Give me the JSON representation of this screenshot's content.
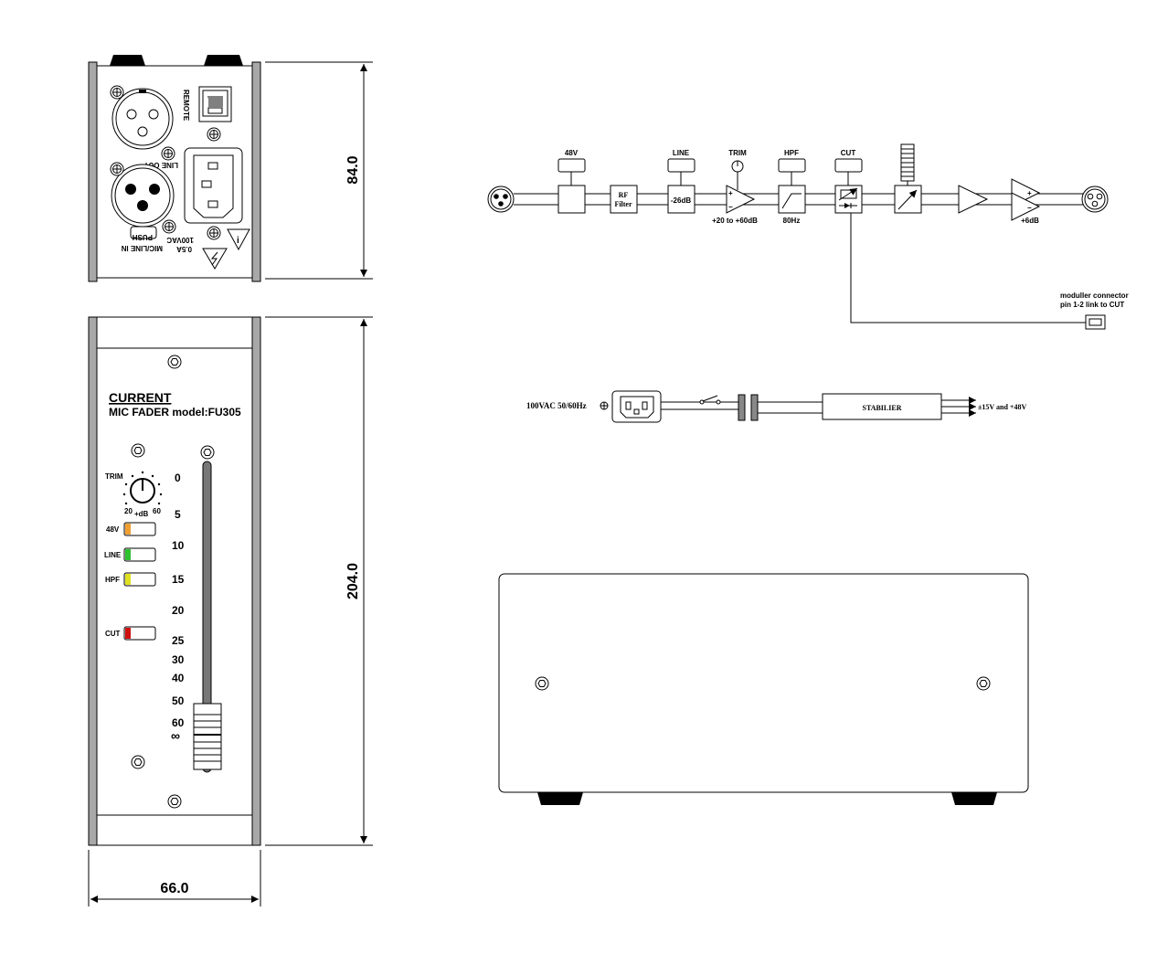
{
  "rear_panel": {
    "label_remote": "REMOTE",
    "label_line_out": "LINE OUT",
    "label_mic_line_in": "MIC/LINE IN",
    "label_push": "PUSH",
    "label_voltage": "100VAC",
    "label_current": "0.5A"
  },
  "dimensions": {
    "depth": "84.0",
    "height": "204.0",
    "width": "66.0"
  },
  "front_panel": {
    "brand": "CURRENT",
    "model": "MIC FADER model:FU305",
    "trim_label": "TRIM",
    "trim_min": "20",
    "trim_unit": "+dB",
    "trim_max": "60",
    "switches": [
      {
        "label": "48V",
        "color": "#f0a030"
      },
      {
        "label": "LINE",
        "color": "#30c030"
      },
      {
        "label": "HPF",
        "color": "#e0e020"
      },
      {
        "label": "CUT",
        "color": "#d01010"
      }
    ],
    "scale": [
      "0",
      "5",
      "10",
      "15",
      "20",
      "25",
      "30",
      "40",
      "50",
      "60",
      "∞"
    ]
  },
  "block_diagram": {
    "label_48v": "48V",
    "rf_filter_1": "RF",
    "rf_filter_2": "Filter",
    "label_line": "LINE",
    "pad": "-26dB",
    "label_trim": "TRIM",
    "trim_range": "+20 to +60dB",
    "label_hpf": "HPF",
    "hpf_freq": "80Hz",
    "label_cut": "CUT",
    "out_gain": "+6dB",
    "connector_note_1": "moduller connector",
    "connector_note_2": "pin 1-2 link to CUT"
  },
  "power_diagram": {
    "input": "100VAC 50/60Hz",
    "stabilizer": "STABILIER",
    "output": "±15V and +48V"
  }
}
